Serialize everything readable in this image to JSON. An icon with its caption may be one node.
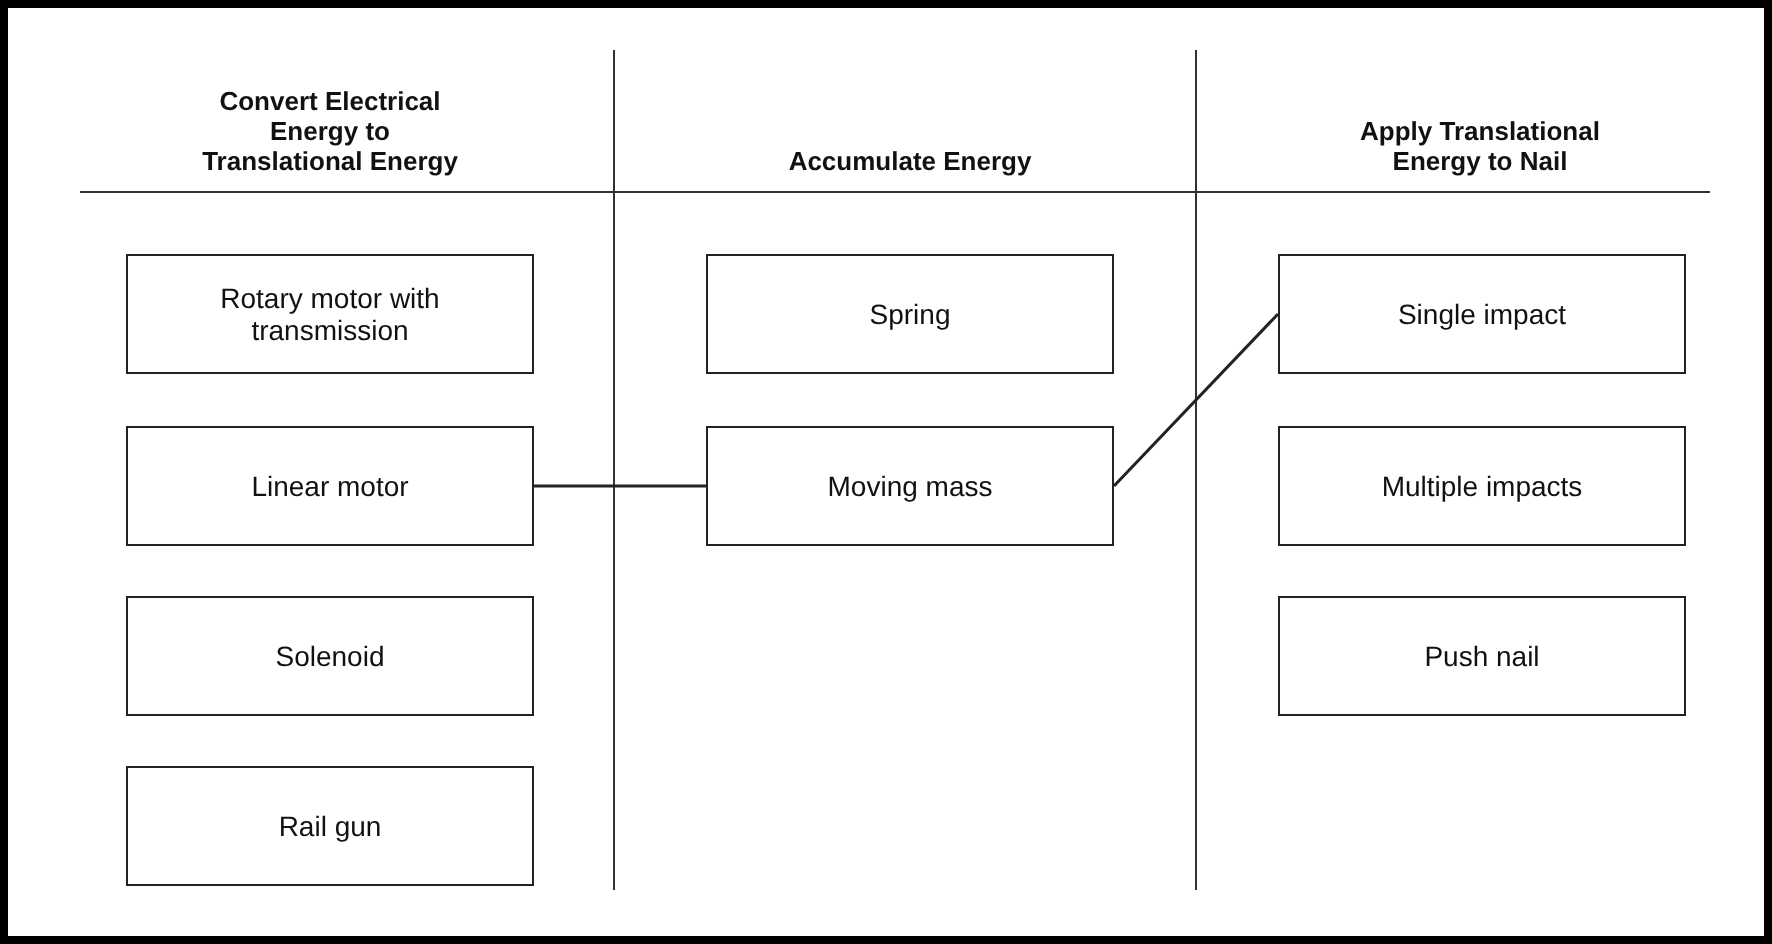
{
  "diagram": {
    "nodes": [
      {
        "text": [
          "Rotary motor with transmission"
        ]
      },
      {
        "text": [
          "Linear motor"
        ]
      },
      {
        "text": [
          "Solenoid"
        ]
      },
      {
        "text": [
          "Rail gun"
        ]
      },
      {
        "text": [
          "Spring"
        ]
      },
      {
        "text": [
          "Moving mass"
        ]
      },
      {
        "text": [
          "Single impact"
        ]
      },
      {
        "text": [
          "Multiple impacts"
        ]
      },
      {
        "text": [
          "Push nail"
        ]
      }
    ],
    "edges": [
      {
        "from": 1,
        "to": 5,
        "arrow": "none"
      },
      {
        "from": 5,
        "to": 6,
        "arrow": "none"
      }
    ],
    "labels": [
      "Convert Electrical Energy to Translational Energy",
      "Accumulate Energy",
      "Apply Translational Energy to Nail"
    ]
  }
}
